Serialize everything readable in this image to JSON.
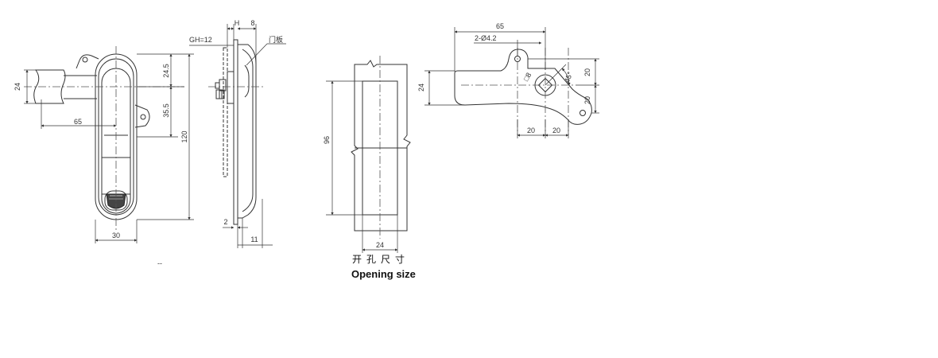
{
  "front_view": {
    "dims": {
      "d24": "24",
      "d65": "65",
      "d24_5": "24.5",
      "d35_5": "35.5",
      "d120": "120",
      "d30": "30"
    }
  },
  "side_view": {
    "labels": {
      "gh": "GH=12",
      "h": "H",
      "d8": "8",
      "door_panel": "门板",
      "d2": "2",
      "d11": "11"
    }
  },
  "opening_view": {
    "dims": {
      "d96": "96",
      "d24": "24"
    },
    "caption_cn": "开孔尺寸",
    "caption_en": "Opening size"
  },
  "lever_view": {
    "dims": {
      "d65": "65",
      "holes": "2-Ø4.2",
      "sq8": "□8",
      "angle": "45°",
      "d20_top": "20",
      "d20_bot": "20",
      "d20_left": "20",
      "d20_right": "20",
      "d24": "24"
    }
  },
  "colors": {
    "line": "#333333",
    "centerline": "#555555"
  }
}
